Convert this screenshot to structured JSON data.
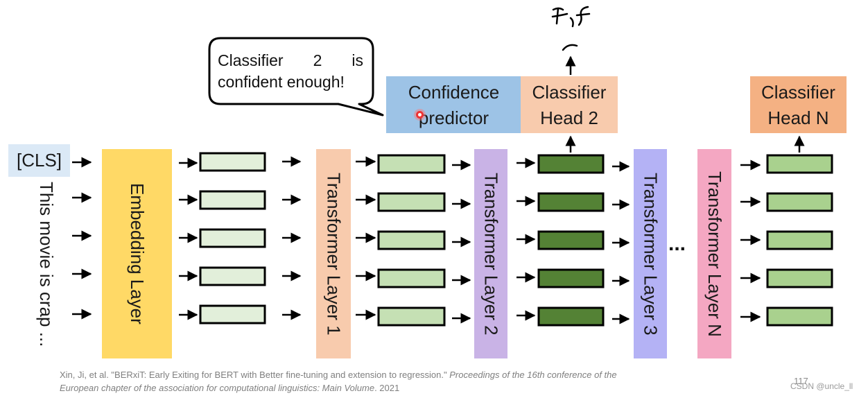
{
  "bubble": {
    "line1_words": [
      "Classifier",
      "2",
      "is"
    ],
    "line2": "confident enough!"
  },
  "confidence_predictor": {
    "line1": "Confidence",
    "line2": "predictor",
    "color": "#9dc3e6"
  },
  "classifier_head_2": {
    "line1": "Classifier",
    "line2": "Head 2",
    "color": "#f8cbad"
  },
  "classifier_head_n": {
    "line1": "Classifier",
    "line2": "Head N",
    "color": "#f4b183"
  },
  "cls_token": {
    "label": "[CLS]",
    "color": "#dbe9f6"
  },
  "input_sentence": "This movie is crap ...",
  "layers": {
    "embedding": {
      "label": "Embedding Layer",
      "color": "#ffd966"
    },
    "transformer_1": {
      "label": "Transformer Layer 1",
      "color": "#f8cbad"
    },
    "transformer_2": {
      "label": "Transformer Layer 2",
      "color": "#c9b3e6"
    },
    "transformer_3": {
      "label": "Transformer Layer 3",
      "color": "#b4b2f5"
    },
    "transformer_n": {
      "label": "Transformer Layer N",
      "color": "#f4a7c2"
    }
  },
  "ellipsis": "...",
  "citation": {
    "plain": "Xin, Ji, et al. \"BERxiT: Early Exiting for BERT with Better fine-tuning and extension to regression.\" ",
    "italic": "Proceedings of the 16th conference of the European chapter of the association for computational linguistics: Main Volume",
    "tail": ". 2021"
  },
  "page_number": "117",
  "watermark": "CSDN @uncle_ll",
  "vector_colors": {
    "after_embedding": "#e2efda",
    "after_layer_1": "#c5e0b4",
    "after_layer_2": "#548235",
    "after_layer_3": "#a9d18e"
  }
}
